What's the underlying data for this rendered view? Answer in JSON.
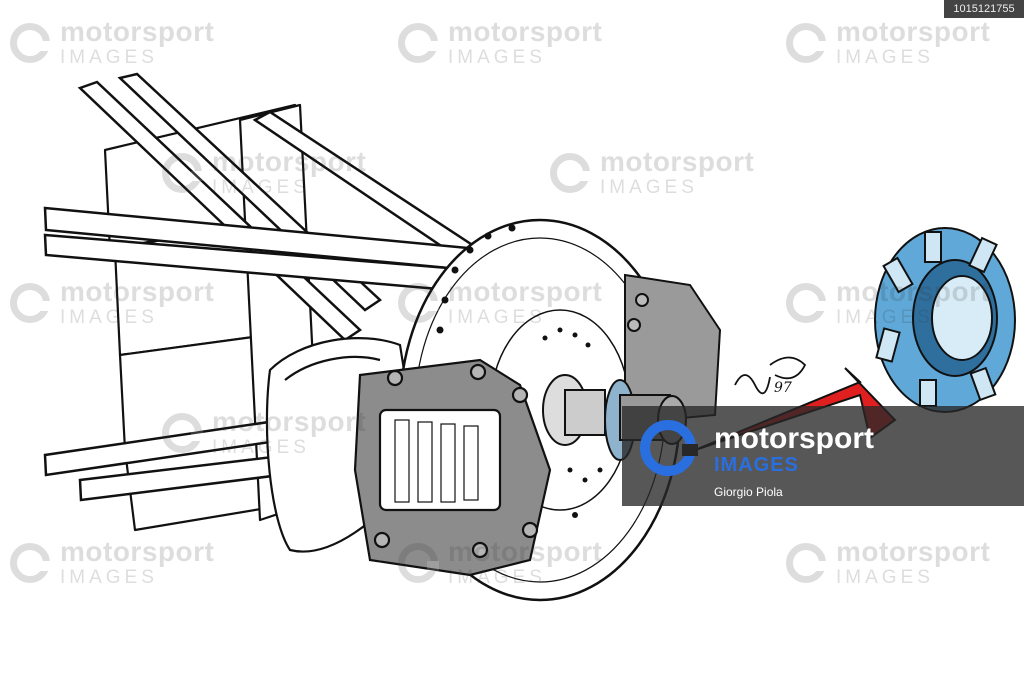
{
  "image_id": "1015121755",
  "watermark": {
    "brand": "motorsport",
    "sub": "IMAGES"
  },
  "credit": {
    "brand": "motorsport",
    "sub": "IMAGES",
    "author": "Giorgio Piola"
  },
  "signature_text": "97",
  "colors": {
    "caliper": "#8c8c8c",
    "arrow": "#e02020",
    "nut": "#5fa8d8",
    "ink": "#111111",
    "credit_blue": "#2a6fe0"
  }
}
